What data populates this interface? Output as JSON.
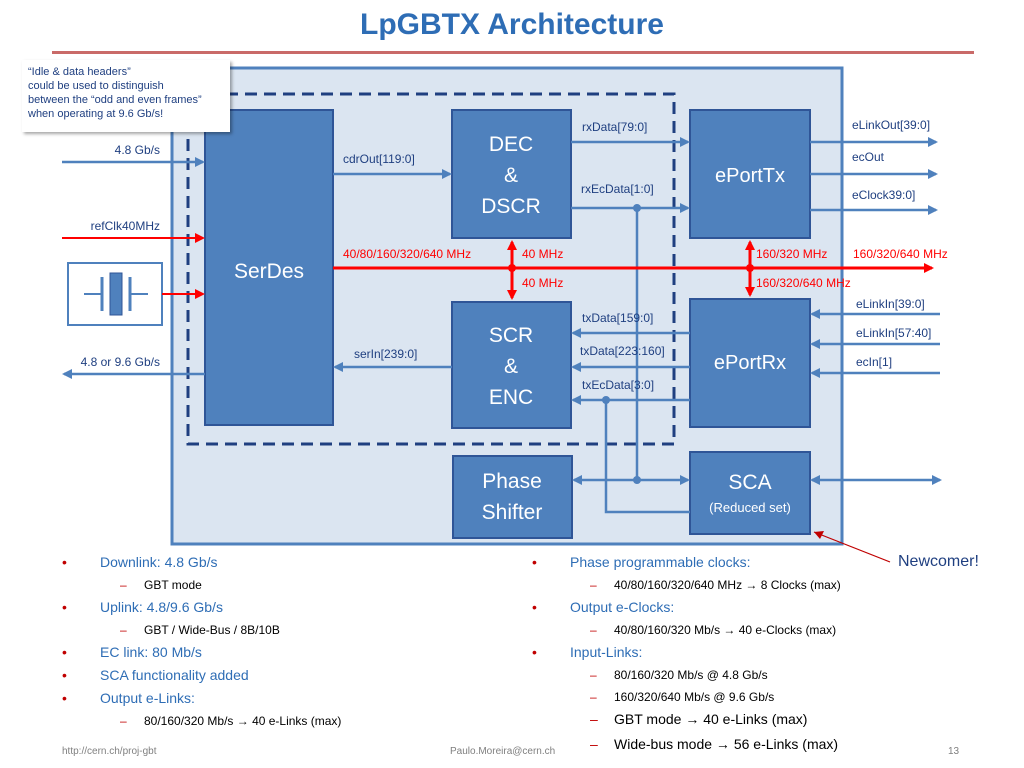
{
  "slide": {
    "title": "LpGBTX Architecture",
    "page_number": "13",
    "footer_left": "http://cern.ch/proj-gbt",
    "footer_center": "Paulo.Moreira@cern.ch"
  },
  "note": {
    "lines": [
      "“Idle & data headers”",
      "could be used to distinguish",
      "between the “odd and even frames”",
      "when operating at 9.6 Gb/s!"
    ]
  },
  "blocks": {
    "serdes": "SerDes",
    "dec_lines": [
      "DEC",
      "&",
      "DSCR"
    ],
    "scr_lines": [
      "SCR",
      "&",
      "ENC"
    ],
    "eporttx": "ePortTx",
    "eportrx": "ePortRx",
    "phase_lines": [
      "Phase",
      "Shifter"
    ],
    "sca": "SCA",
    "sca_sub": "(Reduced set)"
  },
  "signals": {
    "in_4_8": "4.8 Gb/s",
    "refclk": "refClk40MHz",
    "out_4_8_9_6": "4.8 or 9.6 Gb/s",
    "cdrout": "cdrOut[119:0]",
    "serin": "serIn[239:0]",
    "rxdata": "rxData[79:0]",
    "rxecdata": "rxEcData[1:0]",
    "txdata1": "txData[159:0]",
    "txdata2": "txData[223:160]",
    "txecdata": "txEcData[3:0]",
    "clk_serdes": "40/80/160/320/640 MHz",
    "clk_dec": "40 MHz",
    "clk_scr": "40 MHz",
    "clk_tx": "160/320 MHz",
    "clk_rx": "160/320/640 MHz",
    "clk_out": "160/320/640 MHz",
    "elinkout": "eLinkOut[39:0]",
    "ecout": "ecOut",
    "eclock": "eClock39:0]",
    "elinkin1": "eLinkIn[39:0]",
    "elinkin2": "eLinkIn[57:40]",
    "ecin": "ecIn[1]"
  },
  "callout": "Newcomer!",
  "bullets_left": [
    {
      "level": 1,
      "text": "Downlink: 4.8 Gb/s"
    },
    {
      "level": 2,
      "text": "GBT mode"
    },
    {
      "level": 1,
      "text": "Uplink: 4.8/9.6 Gb/s"
    },
    {
      "level": 2,
      "text": "GBT / Wide-Bus  / 8B/10B"
    },
    {
      "level": 1,
      "text": "EC link: 80 Mb/s"
    },
    {
      "level": 1,
      "text": "SCA functionality added"
    },
    {
      "level": 1,
      "text": "Output e-Links:"
    },
    {
      "level": 2,
      "text": "80/160/320 Mb/s → 40 e-Links (max)"
    }
  ],
  "bullets_right": [
    {
      "level": 1,
      "text": "Phase programmable clocks:"
    },
    {
      "level": 2,
      "text": "40/80/160/320/640 MHz → 8 Clocks (max)"
    },
    {
      "level": 1,
      "text": "Output e-Clocks:"
    },
    {
      "level": 2,
      "text": "40/80/160/320 Mb/s → 40 e-Clocks (max)"
    },
    {
      "level": 1,
      "text": "Input-Links:"
    },
    {
      "level": 2,
      "text": "80/160/320 Mb/s @ 4.8 Gb/s"
    },
    {
      "level": 2,
      "text": "160/320/640 Mb/s @ 9.6 Gb/s"
    },
    {
      "level": 2,
      "text": "GBT mode → 40 e-Links (max)",
      "big": true
    },
    {
      "level": 2,
      "text": "Wide-bus mode → 56 e-Links (max)",
      "big": true
    }
  ],
  "colors": {
    "block": "#4f81bd",
    "block_border": "#2f5597",
    "chip_bg": "#dbe5f1",
    "arrow": "#4f81bd",
    "clock": "#ff0000",
    "title": "#2e6db5"
  }
}
